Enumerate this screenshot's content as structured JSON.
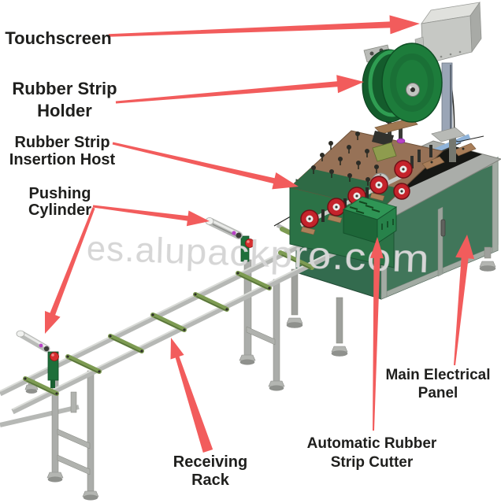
{
  "watermark": {
    "text": "es.alupackpro.com"
  },
  "labels": [
    {
      "id": "touchscreen",
      "line1": "Touchscreen",
      "line2": ""
    },
    {
      "id": "rubber-strip-holder",
      "line1": "Rubber Strip",
      "line2": "Holder"
    },
    {
      "id": "rubber-strip-insertion-host",
      "line1": "Rubber Strip",
      "line2": "Insertion Host"
    },
    {
      "id": "pushing-cylinder",
      "line1": "Pushing",
      "line2": "Cylinder"
    },
    {
      "id": "receiving-rack",
      "line1": "Receiving",
      "line2": "Rack"
    },
    {
      "id": "automatic-rubber-strip-cutter",
      "line1": "Automatic Rubber",
      "line2": "Strip Cutter"
    },
    {
      "id": "main-electrical-panel",
      "line1": "Main Electrical",
      "line2": "Panel"
    }
  ],
  "colors": {
    "arrow": "#f25c5c",
    "label_text": "#1f1f1d",
    "watermark": "#d6d6d6",
    "cabinet_green": "#41765a",
    "host_green": "#2b7246",
    "reel_green": "#1d7c3b",
    "cutter_green": "#2f9555",
    "deck_brown": "#977257",
    "roller_red": "#c4232b",
    "rack_roller_green": "#7d9b52",
    "metal_gray": "#b6b8b5",
    "blue_rail": "#8fb3d9",
    "touchscreen_gray": "#c6c8c4"
  }
}
